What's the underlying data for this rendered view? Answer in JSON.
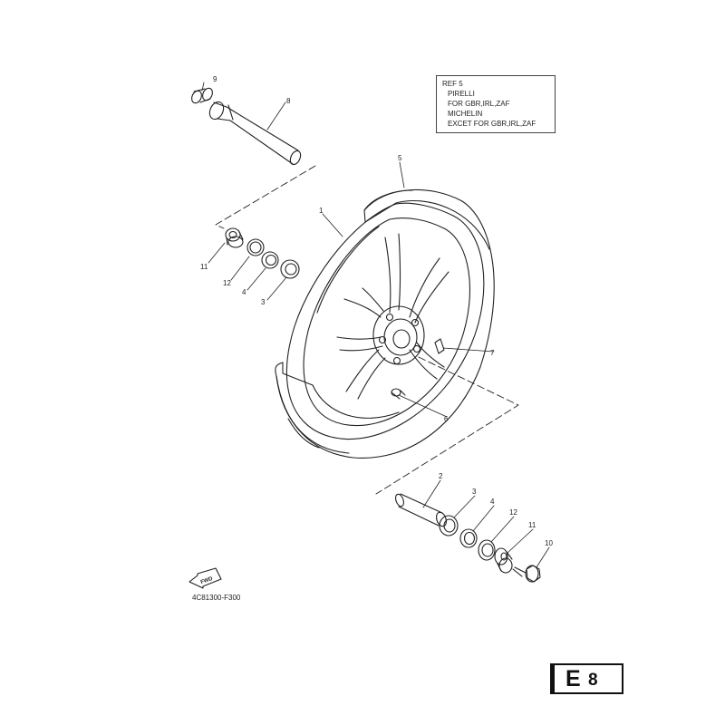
{
  "note": {
    "lines": [
      "REF 5",
      "PIRELLI",
      "FOR GBR,IRL,ZAF",
      "MICHELIN",
      "EXCET FOR GBR,IRL,ZAF"
    ]
  },
  "callouts": {
    "p1": "1",
    "p2": "2",
    "p3a": "3",
    "p3b": "3",
    "p4a": "4",
    "p4b": "4",
    "p5": "5",
    "p6": "6",
    "p7": "7",
    "p8": "8",
    "p9": "9",
    "p10": "10",
    "p11a": "11",
    "p11b": "11",
    "p12a": "12",
    "p12b": "12"
  },
  "fwd_label": "FWD",
  "document_code": "4C81300-F300",
  "page_tag": {
    "letter": "E",
    "number": "8"
  }
}
